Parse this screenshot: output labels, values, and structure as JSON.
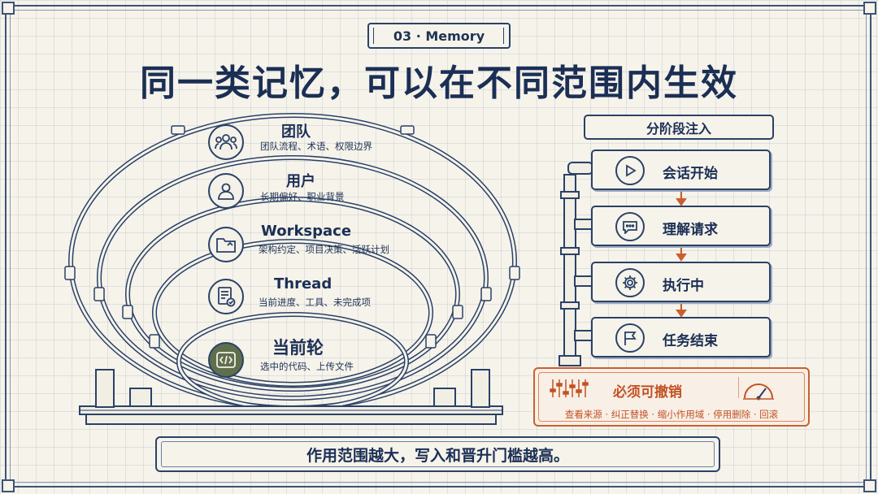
{
  "header": {
    "tag": "03 · Memory",
    "title": "同一类记忆，可以在不同范围内生效"
  },
  "layers": [
    {
      "title": "团队",
      "desc": "团队流程、术语、权限边界",
      "icon": "team-icon"
    },
    {
      "title": "用户",
      "desc": "长期偏好、职业背景",
      "icon": "user-icon"
    },
    {
      "title": "Workspace",
      "desc": "架构约定、项目决策、活跃计划",
      "icon": "folder-icon"
    },
    {
      "title": "Thread",
      "desc": "当前进度、工具、未完成项",
      "icon": "checklist-icon"
    },
    {
      "title": "当前轮",
      "desc": "选中的代码、上传文件",
      "icon": "code-icon"
    }
  ],
  "stages": {
    "header": "分阶段注入",
    "items": [
      {
        "label": "会话开始",
        "icon": "play-icon"
      },
      {
        "label": "理解请求",
        "icon": "chat-bubble-icon"
      },
      {
        "label": "执行中",
        "icon": "gear-icon"
      },
      {
        "label": "任务结束",
        "icon": "flag-icon"
      }
    ]
  },
  "revoke": {
    "title": "必须可撤销",
    "actions": "查看来源 · 纠正替换 · 缩小作用域 · 停用删除 · 回滚",
    "icons": [
      "sliders-icon",
      "gauge-icon"
    ]
  },
  "footer": {
    "banner": "作用范围越大，写入和晋升门槛越高。"
  },
  "colors": {
    "ink": "#1b2f55",
    "accent": "#c8602e",
    "code_badge": "#5f6f4c",
    "paper": "#f6f3ea"
  }
}
